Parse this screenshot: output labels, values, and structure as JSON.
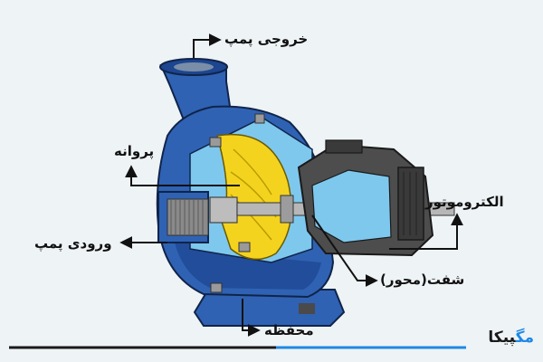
{
  "labels": {
    "outlet": "خروجی پمپ",
    "impeller": "پروانه",
    "motor": "الکتروموتور",
    "inlet": "ورودی پمپ",
    "shaft": "شفت(محور)",
    "casing": "محفظه"
  },
  "brand": {
    "dark_part": "پیکا",
    "accent_part": "مگ",
    "dark_color": "#1a1a1a",
    "accent_color": "#1e88e5"
  },
  "colors": {
    "casing_blue": "#2f62b3",
    "casing_dark": "#1d4590",
    "impeller_yellow": "#f4d31f",
    "cutaway_light": "#7ec8ee",
    "shaft_gray": "#b7b7b7",
    "motor_gray": "#4d4d4d",
    "background": "#eef3f6"
  }
}
